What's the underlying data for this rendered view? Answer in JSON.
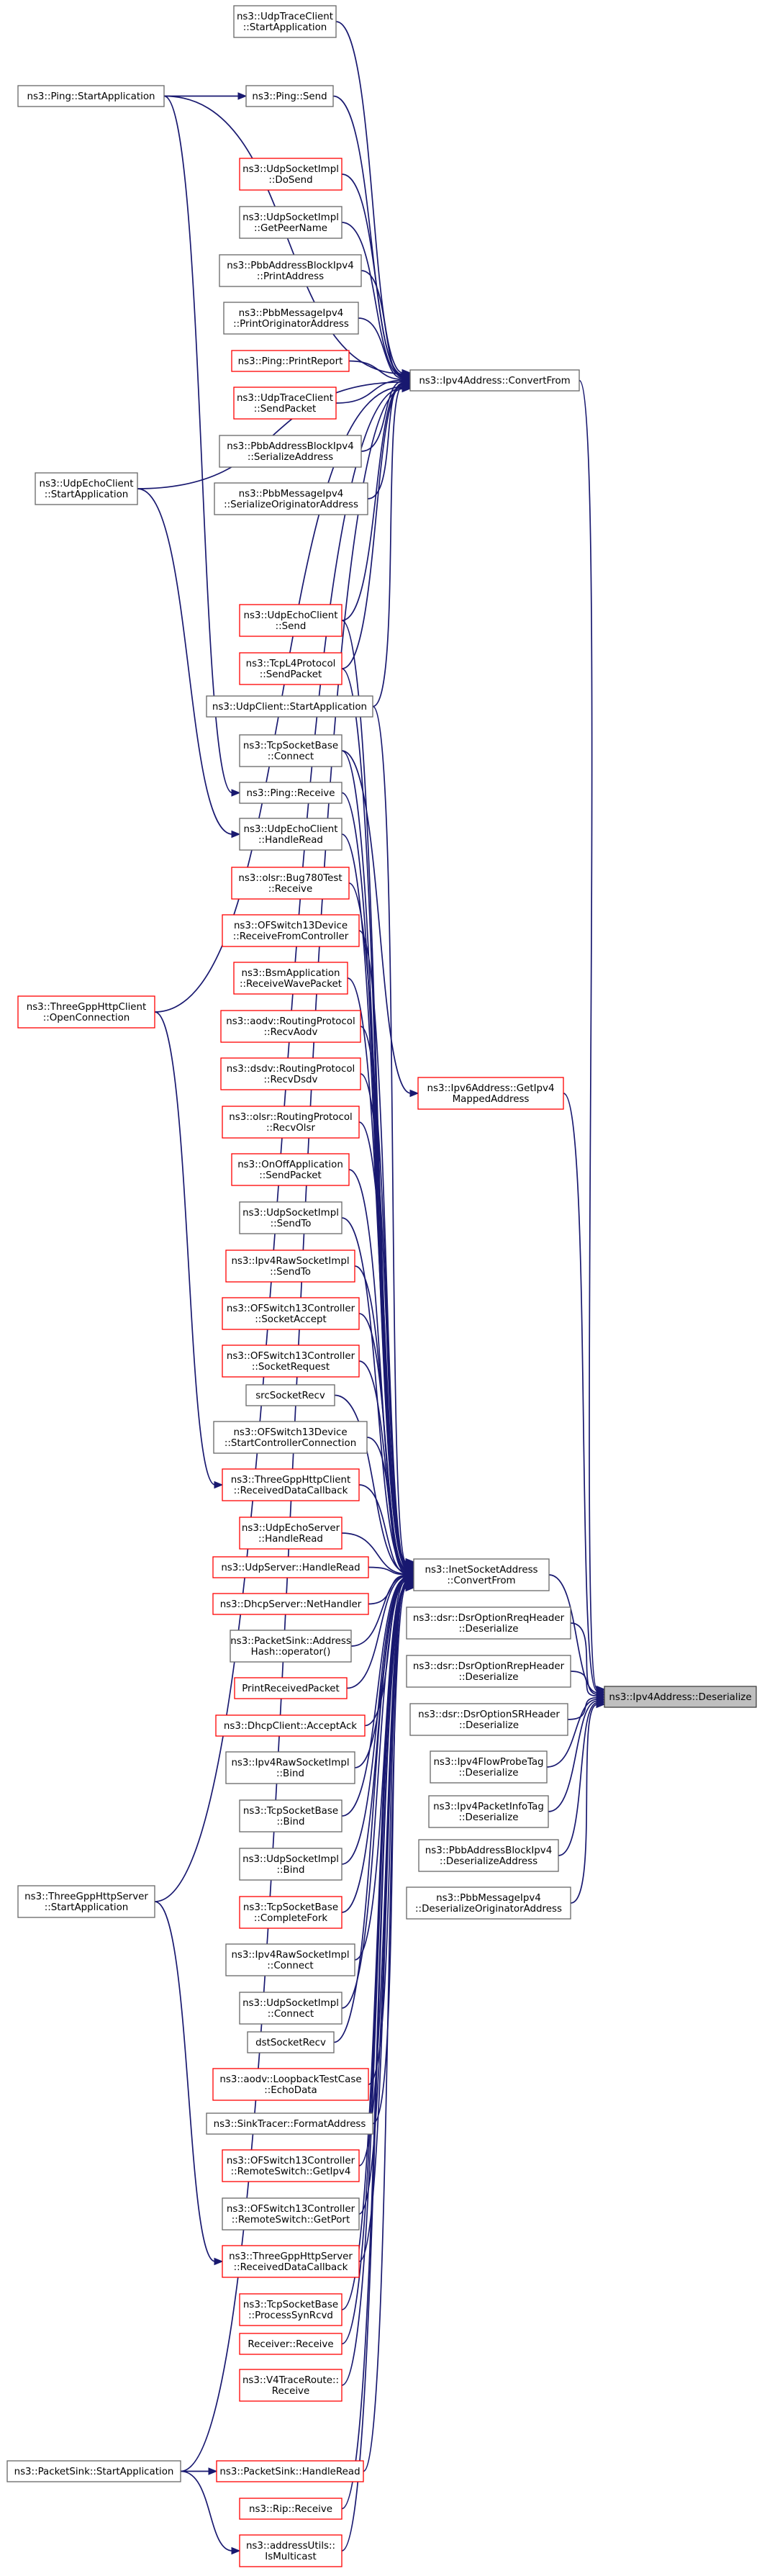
{
  "colors": {
    "edge": "#191970",
    "node_border": "#666666",
    "node_border_undocumented": "#ff0000",
    "focus_fill": "#bfbfbf"
  },
  "nodes": [
    {
      "id": "udpTraceClientStart",
      "lines": [
        "ns3::UdpTraceClient",
        "::StartApplication"
      ],
      "border": "black"
    },
    {
      "id": "pingStart",
      "lines": [
        "ns3::Ping::StartApplication"
      ],
      "border": "black"
    },
    {
      "id": "pingSend",
      "lines": [
        "ns3::Ping::Send"
      ],
      "border": "black"
    },
    {
      "id": "udpSocketImplDoSend",
      "lines": [
        "ns3::UdpSocketImpl",
        "::DoSend"
      ],
      "border": "red"
    },
    {
      "id": "udpSocketImplGetPeerName",
      "lines": [
        "ns3::UdpSocketImpl",
        "::GetPeerName"
      ],
      "border": "black"
    },
    {
      "id": "pbbAbIpv4PrintAddress",
      "lines": [
        "ns3::PbbAddressBlockIpv4",
        "::PrintAddress"
      ],
      "border": "black"
    },
    {
      "id": "pbbMsgIpv4PrintOrig",
      "lines": [
        "ns3::PbbMessageIpv4",
        "::PrintOriginatorAddress"
      ],
      "border": "black"
    },
    {
      "id": "pingPrintReport",
      "lines": [
        "ns3::Ping::PrintReport"
      ],
      "border": "red"
    },
    {
      "id": "udpTraceClientSendPacket",
      "lines": [
        "ns3::UdpTraceClient",
        "::SendPacket"
      ],
      "border": "red"
    },
    {
      "id": "pbbAbIpv4SerializeAddress",
      "lines": [
        "ns3::PbbAddressBlockIpv4",
        "::SerializeAddress"
      ],
      "border": "black"
    },
    {
      "id": "pbbMsgIpv4SerializeOrig",
      "lines": [
        "ns3::PbbMessageIpv4",
        "::SerializeOriginatorAddress"
      ],
      "border": "black"
    },
    {
      "id": "ipv4ConvertFrom",
      "lines": [
        "ns3::Ipv4Address::ConvertFrom"
      ],
      "border": "black"
    },
    {
      "id": "udpEchoClientStart",
      "lines": [
        "ns3::UdpEchoClient",
        "::StartApplication"
      ],
      "border": "black"
    },
    {
      "id": "udpEchoClientSend",
      "lines": [
        "ns3::UdpEchoClient",
        "::Send"
      ],
      "border": "red"
    },
    {
      "id": "tcpL4SendPacket",
      "lines": [
        "ns3::TcpL4Protocol",
        "::SendPacket"
      ],
      "border": "red"
    },
    {
      "id": "udpClientStart",
      "lines": [
        "ns3::UdpClient::StartApplication"
      ],
      "border": "black"
    },
    {
      "id": "tcpSocketBaseConnect",
      "lines": [
        "ns3::TcpSocketBase",
        "::Connect"
      ],
      "border": "black"
    },
    {
      "id": "pingReceive",
      "lines": [
        "ns3::Ping::Receive"
      ],
      "border": "black"
    },
    {
      "id": "udpEchoClientHandleRead",
      "lines": [
        "ns3::UdpEchoClient",
        "::HandleRead"
      ],
      "border": "black"
    },
    {
      "id": "olsrBug780Receive",
      "lines": [
        "ns3::olsr::Bug780Test",
        "::Receive"
      ],
      "border": "red"
    },
    {
      "id": "ofs13DeviceRecvFromCtrl",
      "lines": [
        "ns3::OFSwitch13Device",
        "::ReceiveFromController"
      ],
      "border": "red"
    },
    {
      "id": "bsmRecvWavePacket",
      "lines": [
        "ns3::BsmApplication",
        "::ReceiveWavePacket"
      ],
      "border": "red"
    },
    {
      "id": "threeGppHttpClientOpenConn",
      "lines": [
        "ns3::ThreeGppHttpClient",
        "::OpenConnection"
      ],
      "border": "red"
    },
    {
      "id": "aodvRecvAodv",
      "lines": [
        "ns3::aodv::RoutingProtocol",
        "::RecvAodv"
      ],
      "border": "red"
    },
    {
      "id": "dsdvRecvDsdv",
      "lines": [
        "ns3::dsdv::RoutingProtocol",
        "::RecvDsdv"
      ],
      "border": "red"
    },
    {
      "id": "olsrRecvOlsr",
      "lines": [
        "ns3::olsr::RoutingProtocol",
        "::RecvOlsr"
      ],
      "border": "red"
    },
    {
      "id": "ipv6GetIpv4Mapped",
      "lines": [
        "ns3::Ipv6Address::GetIpv4",
        "MappedAddress"
      ],
      "border": "red"
    },
    {
      "id": "onOffSendPacket",
      "lines": [
        "ns3::OnOffApplication",
        "::SendPacket"
      ],
      "border": "red"
    },
    {
      "id": "udpSocketImplSendTo",
      "lines": [
        "ns3::UdpSocketImpl",
        "::SendTo"
      ],
      "border": "black"
    },
    {
      "id": "ipv4RawSendTo",
      "lines": [
        "ns3::Ipv4RawSocketImpl",
        "::SendTo"
      ],
      "border": "red"
    },
    {
      "id": "ofs13CtrlSocketAccept",
      "lines": [
        "ns3::OFSwitch13Controller",
        "::SocketAccept"
      ],
      "border": "red"
    },
    {
      "id": "ofs13CtrlSocketRequest",
      "lines": [
        "ns3::OFSwitch13Controller",
        "::SocketRequest"
      ],
      "border": "red"
    },
    {
      "id": "srcSocketRecv",
      "lines": [
        "srcSocketRecv"
      ],
      "border": "black"
    },
    {
      "id": "ofs13DeviceStartCtrlConn",
      "lines": [
        "ns3::OFSwitch13Device",
        "::StartControllerConnection"
      ],
      "border": "black"
    },
    {
      "id": "threeGppHttpClientRecvData",
      "lines": [
        "ns3::ThreeGppHttpClient",
        "::ReceivedDataCallback"
      ],
      "border": "red"
    },
    {
      "id": "udpEchoServerHandleRead",
      "lines": [
        "ns3::UdpEchoServer",
        "::HandleRead"
      ],
      "border": "red"
    },
    {
      "id": "udpServerHandleRead",
      "lines": [
        "ns3::UdpServer::HandleRead"
      ],
      "border": "red"
    },
    {
      "id": "inetConvertFrom",
      "lines": [
        "ns3::InetSocketAddress",
        "::ConvertFrom"
      ],
      "border": "black"
    },
    {
      "id": "dhcpServerNetHandler",
      "lines": [
        "ns3::DhcpServer::NetHandler"
      ],
      "border": "red"
    },
    {
      "id": "dsrRreqDeserialize",
      "lines": [
        "ns3::dsr::DsrOptionRreqHeader",
        "::Deserialize"
      ],
      "border": "black"
    },
    {
      "id": "packetSinkAddrHash",
      "lines": [
        "ns3::PacketSink::Address",
        "Hash::operator()"
      ],
      "border": "black"
    },
    {
      "id": "dsrRrepDeserialize",
      "lines": [
        "ns3::dsr::DsrOptionRrepHeader",
        "::Deserialize"
      ],
      "border": "black"
    },
    {
      "id": "printReceivedPacket",
      "lines": [
        "PrintReceivedPacket"
      ],
      "border": "red"
    },
    {
      "id": "ipv4Deserialize",
      "lines": [
        "ns3::Ipv4Address::Deserialize"
      ],
      "border": "focus"
    },
    {
      "id": "dsrSrDeserialize",
      "lines": [
        "ns3::dsr::DsrOptionSRHeader",
        "::Deserialize"
      ],
      "border": "black"
    },
    {
      "id": "dhcpClientAcceptAck",
      "lines": [
        "ns3::DhcpClient::AcceptAck"
      ],
      "border": "red"
    },
    {
      "id": "ipv4FlowProbeDeserialize",
      "lines": [
        "ns3::Ipv4FlowProbeTag",
        "::Deserialize"
      ],
      "border": "black"
    },
    {
      "id": "ipv4RawBind",
      "lines": [
        "ns3::Ipv4RawSocketImpl",
        "::Bind"
      ],
      "border": "black"
    },
    {
      "id": "ipv4PktInfoDeserialize",
      "lines": [
        "ns3::Ipv4PacketInfoTag",
        "::Deserialize"
      ],
      "border": "black"
    },
    {
      "id": "tcpSocketBaseBind",
      "lines": [
        "ns3::TcpSocketBase",
        "::Bind"
      ],
      "border": "black"
    },
    {
      "id": "pbbAbIpv4DeserializeAddress",
      "lines": [
        "ns3::PbbAddressBlockIpv4",
        "::DeserializeAddress"
      ],
      "border": "black"
    },
    {
      "id": "udpSocketImplBind",
      "lines": [
        "ns3::UdpSocketImpl",
        "::Bind"
      ],
      "border": "black"
    },
    {
      "id": "pbbMsgIpv4DeserializeOrig",
      "lines": [
        "ns3::PbbMessageIpv4",
        "::DeserializeOriginatorAddress"
      ],
      "border": "black"
    },
    {
      "id": "threeGppHttpServerStart",
      "lines": [
        "ns3::ThreeGppHttpServer",
        "::StartApplication"
      ],
      "border": "black"
    },
    {
      "id": "tcpSocketBaseCompleteFork",
      "lines": [
        "ns3::TcpSocketBase",
        "::CompleteFork"
      ],
      "border": "red"
    },
    {
      "id": "ipv4RawConnect",
      "lines": [
        "ns3::Ipv4RawSocketImpl",
        "::Connect"
      ],
      "border": "black"
    },
    {
      "id": "udpSocketImplConnect",
      "lines": [
        "ns3::UdpSocketImpl",
        "::Connect"
      ],
      "border": "black"
    },
    {
      "id": "dstSocketRecv",
      "lines": [
        "dstSocketRecv"
      ],
      "border": "black"
    },
    {
      "id": "aodvLoopbackEchoData",
      "lines": [
        "ns3::aodv::LoopbackTestCase",
        "::EchoData"
      ],
      "border": "red"
    },
    {
      "id": "sinkTracerFormatAddress",
      "lines": [
        "ns3::SinkTracer::FormatAddress"
      ],
      "border": "black"
    },
    {
      "id": "ofs13CtrlGetIpv4",
      "lines": [
        "ns3::OFSwitch13Controller",
        "::RemoteSwitch::GetIpv4"
      ],
      "border": "red"
    },
    {
      "id": "ofs13CtrlGetPort",
      "lines": [
        "ns3::OFSwitch13Controller",
        "::RemoteSwitch::GetPort"
      ],
      "border": "black"
    },
    {
      "id": "threeGppHttpServerRecvData",
      "lines": [
        "ns3::ThreeGppHttpServer",
        "::ReceivedDataCallback"
      ],
      "border": "red"
    },
    {
      "id": "tcpSocketBaseProcessSynRcvd",
      "lines": [
        "ns3::TcpSocketBase",
        "::ProcessSynRcvd"
      ],
      "border": "red"
    },
    {
      "id": "receiverReceive",
      "lines": [
        "Receiver::Receive"
      ],
      "border": "red"
    },
    {
      "id": "v4TraceRouteReceive",
      "lines": [
        "ns3::V4TraceRoute::",
        "Receive"
      ],
      "border": "red"
    },
    {
      "id": "packetSinkStart",
      "lines": [
        "ns3::PacketSink::StartApplication"
      ],
      "border": "black"
    },
    {
      "id": "packetSinkHandleRead",
      "lines": [
        "ns3::PacketSink::HandleRead"
      ],
      "border": "red"
    },
    {
      "id": "ripReceive",
      "lines": [
        "ns3::Rip::Receive"
      ],
      "border": "red"
    },
    {
      "id": "addressUtilsIsMulticast",
      "lines": [
        "ns3::addressUtils::",
        "IsMulticast"
      ],
      "border": "red"
    }
  ],
  "edges": [
    [
      "ipv4ConvertFrom",
      "ipv4Deserialize"
    ],
    [
      "ipv6GetIpv4Mapped",
      "ipv4Deserialize"
    ],
    [
      "inetConvertFrom",
      "ipv4Deserialize"
    ],
    [
      "dsrRreqDeserialize",
      "ipv4Deserialize"
    ],
    [
      "dsrRrepDeserialize",
      "ipv4Deserialize"
    ],
    [
      "dsrSrDeserialize",
      "ipv4Deserialize"
    ],
    [
      "ipv4FlowProbeDeserialize",
      "ipv4Deserialize"
    ],
    [
      "ipv4PktInfoDeserialize",
      "ipv4Deserialize"
    ],
    [
      "pbbAbIpv4DeserializeAddress",
      "ipv4Deserialize"
    ],
    [
      "pbbMsgIpv4DeserializeOrig",
      "ipv4Deserialize"
    ],
    [
      "udpTraceClientStart",
      "ipv4ConvertFrom"
    ],
    [
      "pingStart",
      "ipv4ConvertFrom"
    ],
    [
      "pingSend",
      "ipv4ConvertFrom"
    ],
    [
      "udpSocketImplDoSend",
      "ipv4ConvertFrom"
    ],
    [
      "udpSocketImplGetPeerName",
      "ipv4ConvertFrom"
    ],
    [
      "pbbAbIpv4PrintAddress",
      "ipv4ConvertFrom"
    ],
    [
      "pbbMsgIpv4PrintOrig",
      "ipv4ConvertFrom"
    ],
    [
      "pingPrintReport",
      "ipv4ConvertFrom"
    ],
    [
      "udpTraceClientSendPacket",
      "ipv4ConvertFrom"
    ],
    [
      "pbbAbIpv4SerializeAddress",
      "ipv4ConvertFrom"
    ],
    [
      "pbbMsgIpv4SerializeOrig",
      "ipv4ConvertFrom"
    ],
    [
      "udpEchoClientStart",
      "ipv4ConvertFrom"
    ],
    [
      "udpEchoClientSend",
      "ipv4ConvertFrom"
    ],
    [
      "tcpL4SendPacket",
      "ipv4ConvertFrom"
    ],
    [
      "udpClientStart",
      "ipv4ConvertFrom"
    ],
    [
      "threeGppHttpClientOpenConn",
      "ipv4ConvertFrom"
    ],
    [
      "threeGppHttpServerStart",
      "ipv4ConvertFrom"
    ],
    [
      "packetSinkStart",
      "ipv4ConvertFrom"
    ],
    [
      "pingStart",
      "pingSend"
    ],
    [
      "pingStart",
      "pingReceive"
    ],
    [
      "udpEchoClientStart",
      "udpEchoClientHandleRead"
    ],
    [
      "threeGppHttpClientOpenConn",
      "threeGppHttpClientRecvData"
    ],
    [
      "threeGppHttpServerStart",
      "threeGppHttpServerRecvData"
    ],
    [
      "packetSinkStart",
      "packetSinkHandleRead"
    ],
    [
      "packetSinkStart",
      "addressUtilsIsMulticast"
    ],
    [
      "tcpSocketBaseConnect",
      "ipv6GetIpv4Mapped"
    ],
    [
      "udpEchoClientSend",
      "inetConvertFrom"
    ],
    [
      "tcpL4SendPacket",
      "inetConvertFrom"
    ],
    [
      "udpClientStart",
      "inetConvertFrom"
    ],
    [
      "tcpSocketBaseConnect",
      "inetConvertFrom"
    ],
    [
      "pingReceive",
      "inetConvertFrom"
    ],
    [
      "udpEchoClientHandleRead",
      "inetConvertFrom"
    ],
    [
      "olsrBug780Receive",
      "inetConvertFrom"
    ],
    [
      "ofs13DeviceRecvFromCtrl",
      "inetConvertFrom"
    ],
    [
      "bsmRecvWavePacket",
      "inetConvertFrom"
    ],
    [
      "aodvRecvAodv",
      "inetConvertFrom"
    ],
    [
      "dsdvRecvDsdv",
      "inetConvertFrom"
    ],
    [
      "olsrRecvOlsr",
      "inetConvertFrom"
    ],
    [
      "onOffSendPacket",
      "inetConvertFrom"
    ],
    [
      "udpSocketImplSendTo",
      "inetConvertFrom"
    ],
    [
      "ipv4RawSendTo",
      "inetConvertFrom"
    ],
    [
      "ofs13CtrlSocketAccept",
      "inetConvertFrom"
    ],
    [
      "ofs13CtrlSocketRequest",
      "inetConvertFrom"
    ],
    [
      "srcSocketRecv",
      "inetConvertFrom"
    ],
    [
      "ofs13DeviceStartCtrlConn",
      "inetConvertFrom"
    ],
    [
      "threeGppHttpClientRecvData",
      "inetConvertFrom"
    ],
    [
      "udpEchoServerHandleRead",
      "inetConvertFrom"
    ],
    [
      "udpServerHandleRead",
      "inetConvertFrom"
    ],
    [
      "dhcpServerNetHandler",
      "inetConvertFrom"
    ],
    [
      "packetSinkAddrHash",
      "inetConvertFrom"
    ],
    [
      "printReceivedPacket",
      "inetConvertFrom"
    ],
    [
      "dhcpClientAcceptAck",
      "inetConvertFrom"
    ],
    [
      "ipv4RawBind",
      "inetConvertFrom"
    ],
    [
      "tcpSocketBaseBind",
      "inetConvertFrom"
    ],
    [
      "udpSocketImplBind",
      "inetConvertFrom"
    ],
    [
      "tcpSocketBaseCompleteFork",
      "inetConvertFrom"
    ],
    [
      "ipv4RawConnect",
      "inetConvertFrom"
    ],
    [
      "udpSocketImplConnect",
      "inetConvertFrom"
    ],
    [
      "dstSocketRecv",
      "inetConvertFrom"
    ],
    [
      "aodvLoopbackEchoData",
      "inetConvertFrom"
    ],
    [
      "sinkTracerFormatAddress",
      "inetConvertFrom"
    ],
    [
      "ofs13CtrlGetIpv4",
      "inetConvertFrom"
    ],
    [
      "ofs13CtrlGetPort",
      "inetConvertFrom"
    ],
    [
      "threeGppHttpServerRecvData",
      "inetConvertFrom"
    ],
    [
      "tcpSocketBaseProcessSynRcvd",
      "inetConvertFrom"
    ],
    [
      "receiverReceive",
      "inetConvertFrom"
    ],
    [
      "v4TraceRouteReceive",
      "inetConvertFrom"
    ],
    [
      "packetSinkHandleRead",
      "inetConvertFrom"
    ],
    [
      "ripReceive",
      "inetConvertFrom"
    ],
    [
      "addressUtilsIsMulticast",
      "inetConvertFrom"
    ]
  ]
}
